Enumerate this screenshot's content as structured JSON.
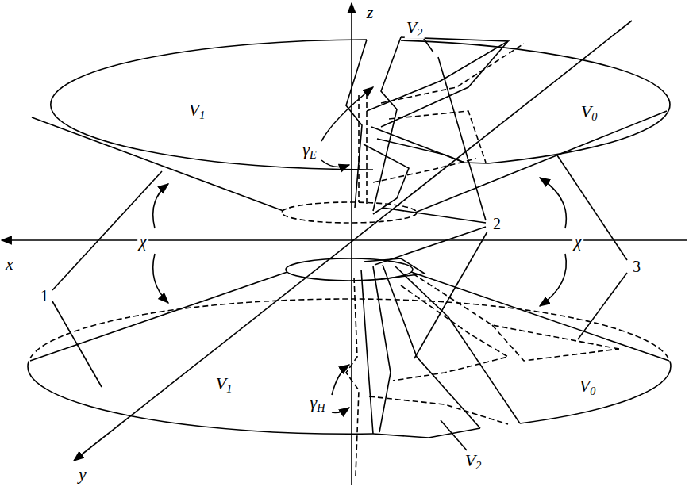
{
  "diagram": {
    "labels": [
      "z",
      "V2",
      "V1",
      "γE",
      "V0",
      "2",
      "x",
      "χ",
      "χ",
      "3",
      "1",
      "V1",
      "γH",
      "V0",
      "y",
      "V2"
    ]
  }
}
